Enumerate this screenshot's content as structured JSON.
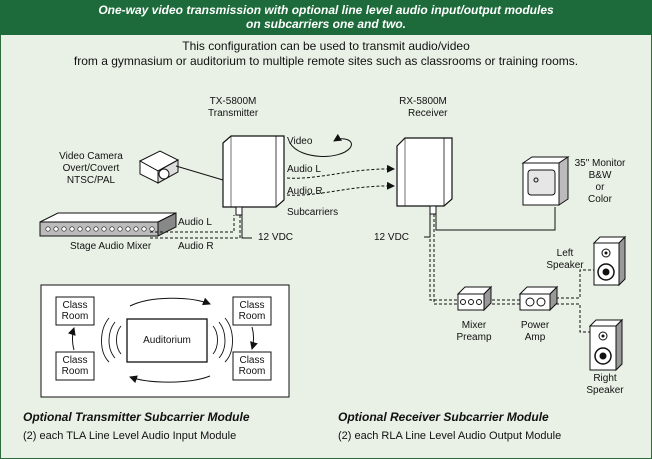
{
  "header": {
    "line1": "One-way video transmission with optional line level audio input/output modules",
    "line2": "on subcarriers one and two."
  },
  "intro": {
    "line1": "This configuration can be used to transmit audio/video",
    "line2": "from a gymnasium or auditorium to multiple remote sites such as classrooms or training rooms."
  },
  "transmitter": {
    "model": "TX-5800M",
    "name": "Transmitter"
  },
  "receiver": {
    "model": "RX-5800M",
    "name": "Receiver"
  },
  "camera": {
    "line1": "Video Camera",
    "line2": "Overt/Covert",
    "line3": "NTSC/PAL"
  },
  "mixer": {
    "label": "Stage Audio Mixer"
  },
  "signals": {
    "video": "Video",
    "audio_l": "Audio L",
    "audio_r": "Audio R",
    "subcarriers": "Subcarriers",
    "tx_audio_l": "Audio L",
    "tx_audio_r": "Audio R",
    "tx_power": "12  VDC",
    "rx_power": "12  VDC"
  },
  "monitor": {
    "line1": "35\" Monitor",
    "line2": "B&W",
    "line3": "or",
    "line4": "Color"
  },
  "left_speaker": {
    "line1": "Left",
    "line2": "Speaker"
  },
  "right_speaker": {
    "line1": "Right",
    "line2": "Speaker"
  },
  "mixer_preamp": {
    "line1": "Mixer",
    "line2": "Preamp"
  },
  "power_amp": {
    "line1": "Power",
    "line2": "Amp"
  },
  "inset": {
    "auditorium": "Auditorium",
    "classroom_line1": "Class",
    "classroom_line2": "Room"
  },
  "options": {
    "tx_title": "Optional Transmitter Subcarrier Module",
    "tx_desc": "(2) each TLA Line Level Audio Input Module",
    "rx_title": "Optional Receiver Subcarrier Module",
    "rx_desc": "(2) each RLA Line Level Audio Output Module"
  },
  "colors": {
    "header_bg": "#1d6b3a",
    "page_bg": "#e9f1e6"
  }
}
